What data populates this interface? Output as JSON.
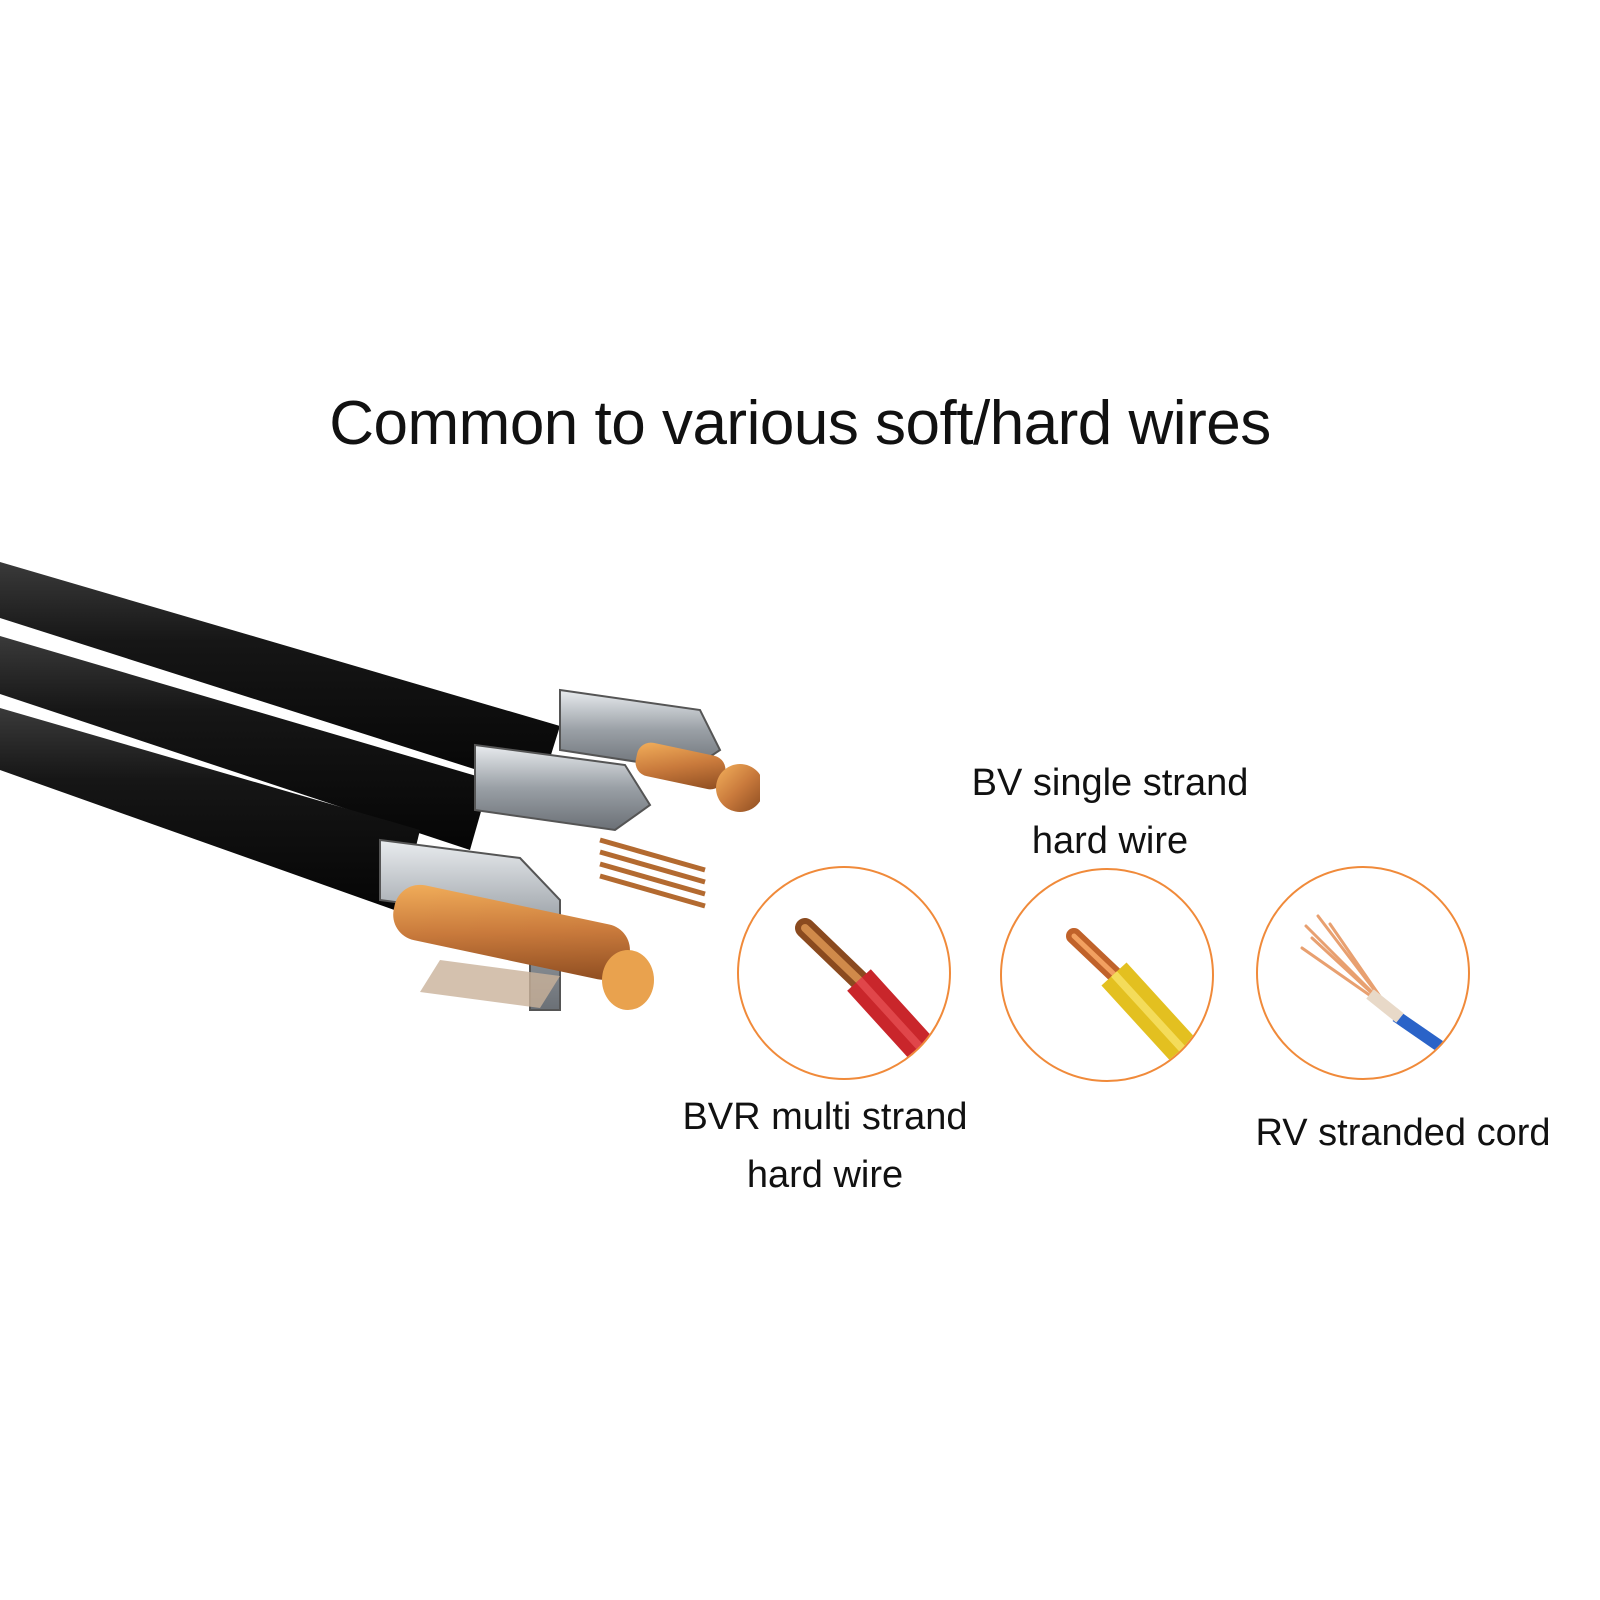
{
  "headline": "Common to various soft/hard wires",
  "wire_types": [
    {
      "line1": "BVR multi strand",
      "line2": "hard wire",
      "insulation_color": "#c9262b",
      "icon": "multi-strand-wire-icon"
    },
    {
      "line1": "BV single strand",
      "line2": "hard wire",
      "insulation_color": "#e3c020",
      "icon": "single-strand-wire-icon"
    },
    {
      "line1": "RV stranded cord",
      "line2": "",
      "insulation_color": "#2a63c8",
      "icon": "stranded-cord-icon"
    }
  ],
  "colors": {
    "accent_ring": "#f08a3a",
    "copper": "#c97a3c",
    "cable": "#141414",
    "steel": "#9aa0a6"
  }
}
